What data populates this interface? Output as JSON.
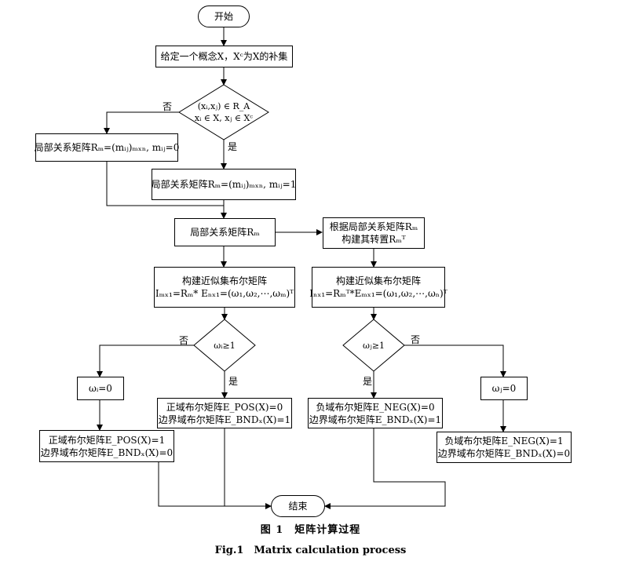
{
  "nodes": {
    "start": "开始",
    "given": "给定一个概念X，Xᶜ为X的补集",
    "cond1_line1": "(xᵢ,xⱼ) ∈ R_A",
    "cond1_line2": "xᵢ ∈ X, xⱼ ∈ Xᶜ",
    "local_zero": "局部关系矩阵Rₘ=(mᵢⱼ)ₘₓₙ, mᵢⱼ=0",
    "local_one": "局部关系矩阵Rₘ=(mᵢⱼ)ₘₓₙ, mᵢⱼ=1",
    "local_matrix": "局部关系矩阵Rₘ",
    "transpose_line1": "根据局部关系矩阵Rₘ",
    "transpose_line2": "构建其转置Rₘᵀ",
    "build_left_line1": "构建近似集布尔矩阵",
    "build_left_line2": "Iₘₓ₁=Rₘ* Eₙₓ₁=(ω₁,ω₂,⋯,ωₘ)ᵀ",
    "build_right_line1": "构建近似集布尔矩阵",
    "build_right_line2": "Iₙₓ₁=Rₘᵀ*Eₘₓ₁=(ω₁,ω₂,⋯,ωₙ)ᵀ",
    "cond_left": "ωᵢ≥1",
    "cond_right": "ωⱼ≥1",
    "wi_zero": "ωᵢ=0",
    "wj_zero": "ωⱼ=0",
    "pos_one_line1": "正域布尔矩阵E_POS(X)=1",
    "pos_one_line2": "边界域布尔矩阵E_BNDₓ(X)=0",
    "pos_zero_line1": "正域布尔矩阵E_POS(X)=0",
    "pos_zero_line2": "边界域布尔矩阵E_BNDₓ(X)=1",
    "neg_zero_line1": "负域布尔矩阵E_NEG(X)=0",
    "neg_zero_line2": "边界域布尔矩阵E_BNDₓ(X)=1",
    "neg_one_line1": "负域布尔矩阵E_NEG(X)=1",
    "neg_one_line2": "边界域布尔矩阵E_BNDₓ(X)=0",
    "end": "结束"
  },
  "edge_labels": {
    "cond1_no": "否",
    "cond1_yes": "是",
    "left_no": "否",
    "left_yes": "是",
    "right_no": "否",
    "right_yes": "是"
  },
  "caption": {
    "cn": "图 1　矩阵计算过程",
    "en": "Fig.1　Matrix calculation process"
  }
}
